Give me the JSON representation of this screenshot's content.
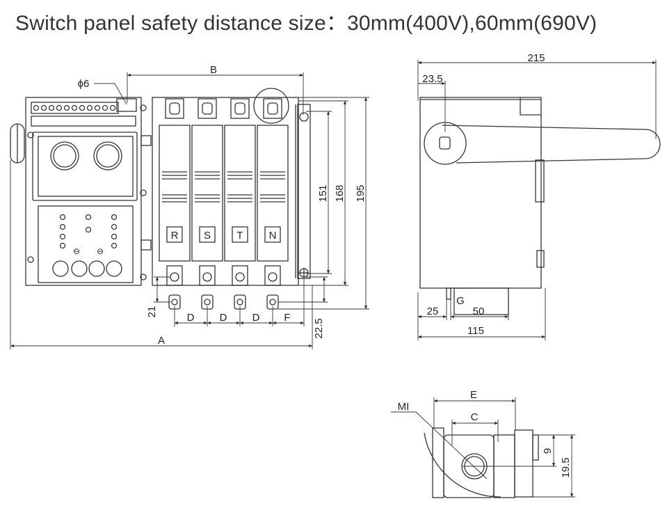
{
  "title": "Switch panel safety distance size：30mm(400V),60mm(690V)",
  "front_view": {
    "phi_label": "ϕ6",
    "dim_B": "B",
    "dim_A": "A",
    "dim_D1": "D",
    "dim_D2": "D",
    "dim_D3": "D",
    "dim_F": "F",
    "dim_21": "21",
    "dim_22_5": "22.5",
    "dim_151": "151",
    "dim_168": "168",
    "dim_195": "195",
    "pole_R": "R",
    "pole_S": "S",
    "pole_T": "T",
    "pole_N": "N",
    "minus_1": "⊖",
    "minus_2": "⊖"
  },
  "side_view": {
    "dim_215": "215",
    "dim_23_5": "23.5",
    "dim_G": "G",
    "dim_25": "25",
    "dim_50": "50",
    "dim_115": "115"
  },
  "detail_view": {
    "label_MI": "MI",
    "dim_E": "E",
    "dim_C": "C",
    "dim_9": "9",
    "dim_19_5": "19.5"
  }
}
